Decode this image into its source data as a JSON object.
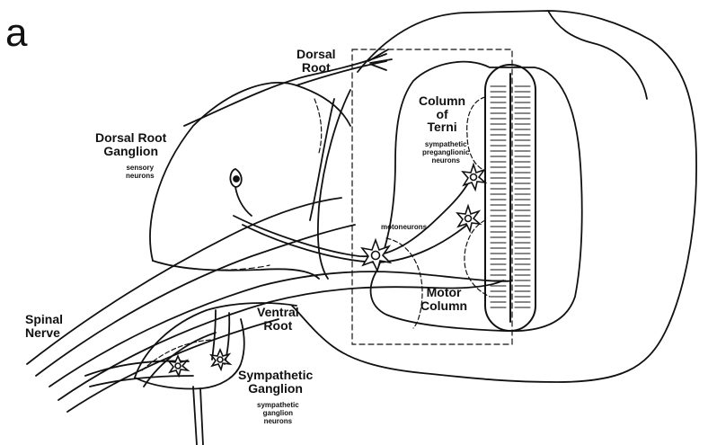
{
  "panel_letter": "a",
  "labels": {
    "dorsal_root": [
      "Dorsal",
      "Root"
    ],
    "dorsal_root_ganglion": [
      "Dorsal Root",
      "Ganglion"
    ],
    "sensory_neurons": [
      "sensory",
      "neurons"
    ],
    "column_of_terni": [
      "Column",
      "of",
      "Terni"
    ],
    "preganglionic": [
      "sympathetic",
      "preganglionic",
      "neurons"
    ],
    "motoneurons": "motoneurons",
    "motor_column": [
      "Motor",
      "Column"
    ],
    "spinal_nerve": [
      "Spinal",
      "Nerve"
    ],
    "ventral_root": [
      "Ventral",
      "Root"
    ],
    "sympathetic_ganglion": [
      "Sympathetic",
      "Ganglion"
    ],
    "ganglion_neurons": [
      "sympathetic",
      "ganglion",
      "neurons"
    ]
  }
}
